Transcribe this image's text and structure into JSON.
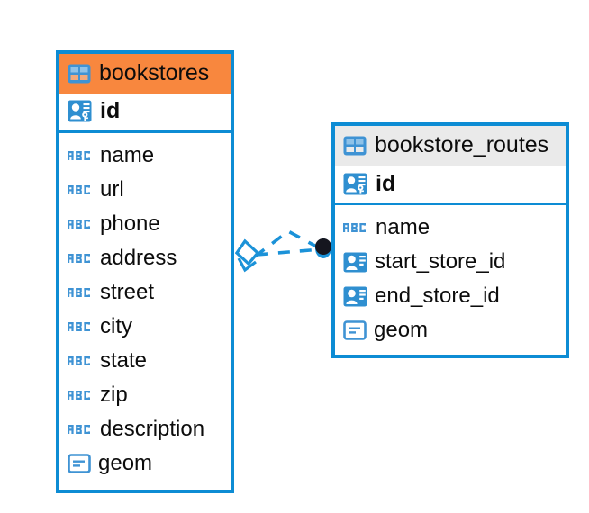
{
  "diagram": {
    "type": "entity-relationship-diagram",
    "background_color": "#ffffff",
    "accent_color": "#0d8cd4",
    "highlight_color": "#f8873e",
    "header_gray": "#eaeaea",
    "text_color": "#0c0c0c"
  },
  "entities": [
    {
      "name": "bookstores",
      "header_style": "orange",
      "icon": "table-icon",
      "primary_key": {
        "label": "id",
        "icon": "primary-key-icon"
      },
      "fields": [
        {
          "label": "name",
          "icon": "abc-text-icon",
          "glyph": "ABC"
        },
        {
          "label": "url",
          "icon": "abc-text-icon",
          "glyph": "ABC"
        },
        {
          "label": "phone",
          "icon": "abc-text-icon",
          "glyph": "ABC"
        },
        {
          "label": "address",
          "icon": "abc-text-icon",
          "glyph": "ABC"
        },
        {
          "label": "street",
          "icon": "abc-text-icon",
          "glyph": "ABC"
        },
        {
          "label": "city",
          "icon": "abc-text-icon",
          "glyph": "ABC"
        },
        {
          "label": "state",
          "icon": "abc-text-icon",
          "glyph": "ABC"
        },
        {
          "label": "zip",
          "icon": "abc-text-icon",
          "glyph": "ABC"
        },
        {
          "label": "description",
          "icon": "abc-text-icon",
          "glyph": "ABC"
        },
        {
          "label": "geom",
          "icon": "geometry-icon",
          "glyph": ""
        }
      ]
    },
    {
      "name": "bookstore_routes",
      "header_style": "gray",
      "icon": "table-icon",
      "primary_key": {
        "label": "id",
        "icon": "primary-key-icon"
      },
      "fields": [
        {
          "label": "name",
          "icon": "abc-text-icon",
          "glyph": "ABC"
        },
        {
          "label": "start_store_id",
          "icon": "foreign-key-icon",
          "glyph": ""
        },
        {
          "label": "end_store_id",
          "icon": "foreign-key-icon",
          "glyph": ""
        },
        {
          "label": "geom",
          "icon": "geometry-icon",
          "glyph": ""
        }
      ]
    }
  ],
  "relationship": {
    "style": "dashed",
    "color": "#1b92d8",
    "source_marker": "polygon-handle-marker",
    "target_marker": "filled-circle-marker",
    "target_marker_color": "#111122"
  }
}
